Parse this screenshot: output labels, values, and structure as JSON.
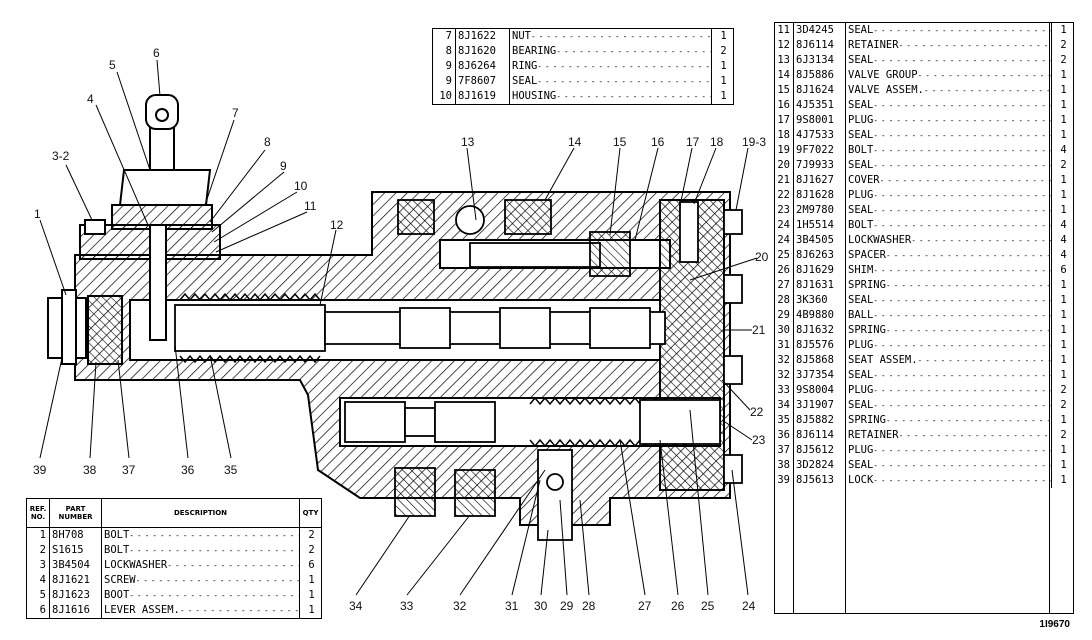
{
  "top_table": {
    "rows": [
      {
        "no": "7",
        "part": "8J1622",
        "desc": "NUT",
        "qty": "1"
      },
      {
        "no": "8",
        "part": "8J1620",
        "desc": "BEARING",
        "qty": "2"
      },
      {
        "no": "9",
        "part": "8J6264",
        "desc": "RING",
        "qty": "1"
      },
      {
        "no": "9",
        "part": "7F8607",
        "desc": "SEAL",
        "qty": "1"
      },
      {
        "no": "10",
        "part": "8J1619",
        "desc": "HOUSING",
        "qty": "1"
      }
    ]
  },
  "bottom_table": {
    "header": {
      "ref": "REF. NO.",
      "part": "PART NUMBER",
      "desc": "DESCRIPTION",
      "qty": "QTY"
    },
    "rows": [
      {
        "no": "1",
        "part": "8H708",
        "desc": "BOLT",
        "qty": "2"
      },
      {
        "no": "2",
        "part": "S1615",
        "desc": "BOLT",
        "qty": "2"
      },
      {
        "no": "3",
        "part": "3B4504",
        "desc": "LOCKWASHER",
        "qty": "6"
      },
      {
        "no": "4",
        "part": "8J1621",
        "desc": "SCREW",
        "qty": "1"
      },
      {
        "no": "5",
        "part": "8J1623",
        "desc": "BOOT",
        "qty": "1"
      },
      {
        "no": "6",
        "part": "8J1616",
        "desc": "LEVER ASSEM.",
        "qty": "1"
      }
    ]
  },
  "right_table": {
    "rows": [
      {
        "no": "11",
        "part": "3D4245",
        "desc": "SEAL",
        "qty": "1"
      },
      {
        "no": "12",
        "part": "8J6114",
        "desc": "RETAINER",
        "qty": "2"
      },
      {
        "no": "13",
        "part": "6J3134",
        "desc": "SEAL",
        "qty": "2"
      },
      {
        "no": "14",
        "part": "8J5886",
        "desc": "VALVE GROUP",
        "qty": "1"
      },
      {
        "no": "15",
        "part": "8J1624",
        "desc": "VALVE ASSEM.",
        "qty": "1"
      },
      {
        "no": "16",
        "part": "4J5351",
        "desc": "SEAL",
        "qty": "1"
      },
      {
        "no": "17",
        "part": "9S8001",
        "desc": "PLUG",
        "qty": "1"
      },
      {
        "no": "18",
        "part": "4J7533",
        "desc": "SEAL",
        "qty": "1"
      },
      {
        "no": "19",
        "part": "9F7022",
        "desc": "BOLT",
        "qty": "4"
      },
      {
        "no": "20",
        "part": "7J9933",
        "desc": "SEAL",
        "qty": "2"
      },
      {
        "no": "21",
        "part": "8J1627",
        "desc": "COVER",
        "qty": "1"
      },
      {
        "no": "22",
        "part": "8J1628",
        "desc": "PLUG",
        "qty": "1"
      },
      {
        "no": "23",
        "part": "2M9780",
        "desc": "SEAL",
        "qty": "1"
      },
      {
        "no": "24",
        "part": "1H5514",
        "desc": "BOLT",
        "qty": "4"
      },
      {
        "no": "24",
        "part": "3B4505",
        "desc": "LOCKWASHER",
        "qty": "4"
      },
      {
        "no": "25",
        "part": "8J6263",
        "desc": "SPACER",
        "qty": "4"
      },
      {
        "no": "26",
        "part": "8J1629",
        "desc": "SHIM",
        "qty": "6"
      },
      {
        "no": "27",
        "part": "8J1631",
        "desc": "SPRING",
        "qty": "1"
      },
      {
        "no": "28",
        "part": "3K360",
        "desc": "SEAL",
        "qty": "1"
      },
      {
        "no": "29",
        "part": "4B9880",
        "desc": "BALL",
        "qty": "1"
      },
      {
        "no": "30",
        "part": "8J1632",
        "desc": "SPRING",
        "qty": "1"
      },
      {
        "no": "31",
        "part": "8J5576",
        "desc": "PLUG",
        "qty": "1"
      },
      {
        "no": "32",
        "part": "8J5868",
        "desc": "SEAT ASSEM.",
        "qty": "1"
      },
      {
        "no": "32",
        "part": "3J7354",
        "desc": "SEAL",
        "qty": "1"
      },
      {
        "no": "33",
        "part": "9S8004",
        "desc": "PLUG",
        "qty": "2"
      },
      {
        "no": "34",
        "part": "3J1907",
        "desc": "SEAL",
        "qty": "2"
      },
      {
        "no": "35",
        "part": "8J5882",
        "desc": "SPRING",
        "qty": "1"
      },
      {
        "no": "36",
        "part": "8J6114",
        "desc": "RETAINER",
        "qty": "2"
      },
      {
        "no": "37",
        "part": "8J5612",
        "desc": "PLUG",
        "qty": "1"
      },
      {
        "no": "38",
        "part": "3D2824",
        "desc": "SEAL",
        "qty": "1"
      },
      {
        "no": "39",
        "part": "8J5613",
        "desc": "LOCK",
        "qty": "1"
      }
    ]
  },
  "callouts": [
    "1",
    "3-2",
    "4",
    "5",
    "6",
    "7",
    "8",
    "9",
    "10",
    "11",
    "12",
    "13",
    "14",
    "15",
    "16",
    "17",
    "18",
    "19-3",
    "20",
    "21",
    "22",
    "23",
    "24",
    "25",
    "26",
    "27",
    "28",
    "29",
    "30",
    "31",
    "32",
    "33",
    "34",
    "35",
    "36",
    "37",
    "38",
    "39"
  ],
  "figure_ref": "1I9670"
}
